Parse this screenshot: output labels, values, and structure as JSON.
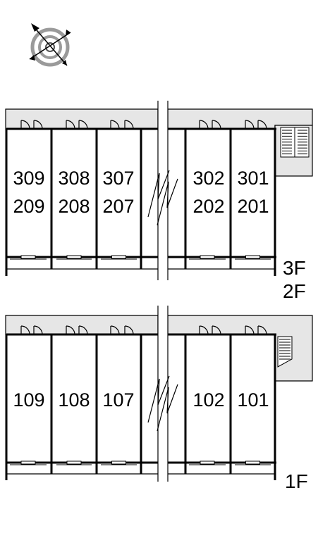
{
  "upper_block": {
    "units": [
      {
        "top": "309",
        "bottom": "209"
      },
      {
        "top": "308",
        "bottom": "208"
      },
      {
        "top": "307",
        "bottom": "207"
      },
      {
        "top": "302",
        "bottom": "202"
      },
      {
        "top": "301",
        "bottom": "201"
      }
    ],
    "floor_labels": [
      "3F",
      "2F"
    ]
  },
  "lower_block": {
    "units": [
      "109",
      "108",
      "107",
      "102",
      "101"
    ],
    "floor_labels": [
      "1F"
    ]
  },
  "icons": {
    "compass": "compass-icon",
    "stairs": "stairs-icon",
    "door": "door-icon",
    "break": "break-line-icon"
  },
  "colors": {
    "corridor": "#e6e6e6",
    "line": "#000000",
    "compass_ring": "#9a9a9a"
  }
}
